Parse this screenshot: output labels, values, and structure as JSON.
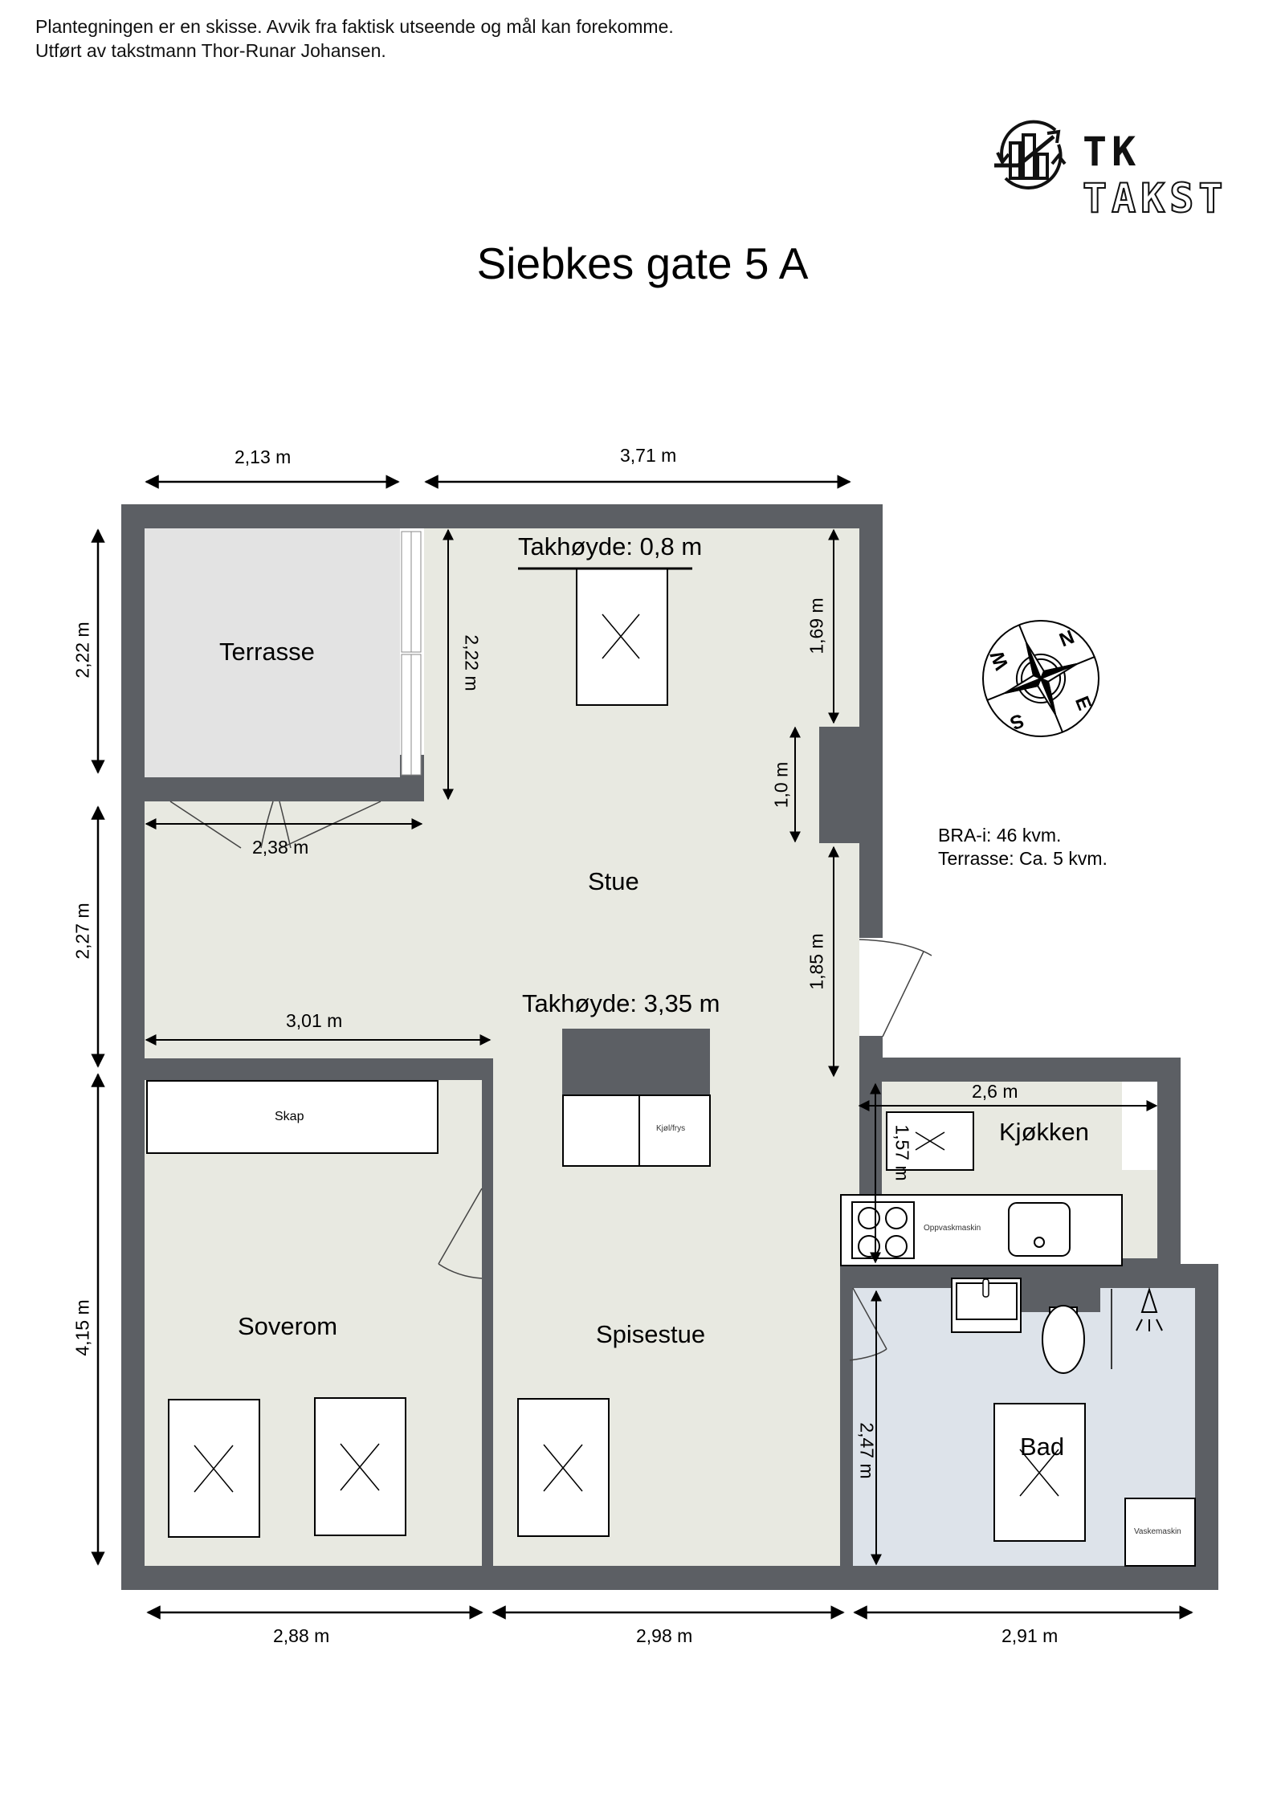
{
  "header": {
    "disclaimer_line1": "Plantegningen er en skisse. Avvik fra faktisk utseende og mål kan forekomme.",
    "disclaimer_line2": "Utført av takstmann Thor-Runar Johansen.",
    "title": "Siebkes gate 5 A"
  },
  "logo": {
    "icon": "chart-growth-cycle-icon",
    "word1": "TK",
    "word2": "TAKST"
  },
  "colors": {
    "wall": "#5c5f64",
    "floor": "#e8e9e1",
    "terrace_floor": "#e3e3e3",
    "bath_floor": "#dde3ea",
    "fixture": "#ffffff",
    "line": "#000000"
  },
  "rooms": {
    "terrasse": "Terrasse",
    "stue": "Stue",
    "soverom": "Soverom",
    "spisestue": "Spisestue",
    "kjokken": "Kjøkken",
    "bad": "Bad"
  },
  "ceiling_heights": {
    "low": "Takhøyde: 0,8 m",
    "high": "Takhøyde: 3,35 m"
  },
  "fixtures": {
    "closet": "Skap",
    "fridge": "Kjøl/frys",
    "dishwasher": "Oppvaskmaskin",
    "washer": "Vaskemaskin"
  },
  "dimensions": {
    "top_left": "2,13 m",
    "top_right": "3,71 m",
    "left_top": "2,22 m",
    "left_middle": "2,27 m",
    "left_bottom": "4,15 m",
    "terrace_height": "2,22 m",
    "terrace_width": "2,38 m",
    "stue_width": "3,01 m",
    "right_upper": "1,69 m",
    "chimney": "1,0 m",
    "right_lower": "1,85 m",
    "kitchen_width": "2,6 m",
    "kitchen_depth": "1,57 m",
    "bath_height": "2,47 m",
    "bottom_left": "2,88 m",
    "bottom_middle": "2,98 m",
    "bottom_right": "2,91 m"
  },
  "area_info": {
    "bra": "BRA-i: 46 kvm.",
    "terrace": "Terrasse: Ca. 5 kvm."
  },
  "compass": {
    "icon": "compass-rose-icon",
    "n": "N",
    "e": "E",
    "s": "S",
    "w": "W"
  }
}
